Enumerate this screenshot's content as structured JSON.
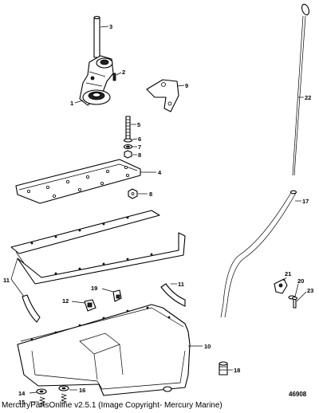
{
  "diagram": {
    "callouts": {
      "c1": "1",
      "c2": "2",
      "c3": "3",
      "c4": "4",
      "c5": "5",
      "c6": "6",
      "c7": "7",
      "c8a": "8",
      "c8b": "8",
      "c9": "9",
      "c10": "10",
      "c11a": "11",
      "c11b": "11",
      "c12": "12",
      "c14": "14",
      "c15": "15",
      "c16": "16",
      "c17": "17",
      "c18": "18",
      "c19": "19",
      "c20": "20",
      "c21": "21",
      "c22": "22",
      "c23": "23"
    },
    "diagram_number": "46908"
  },
  "footer": {
    "text": "MercuryPartsOnline v2.5.1 (Image Copyright- Mercury Marine)"
  }
}
